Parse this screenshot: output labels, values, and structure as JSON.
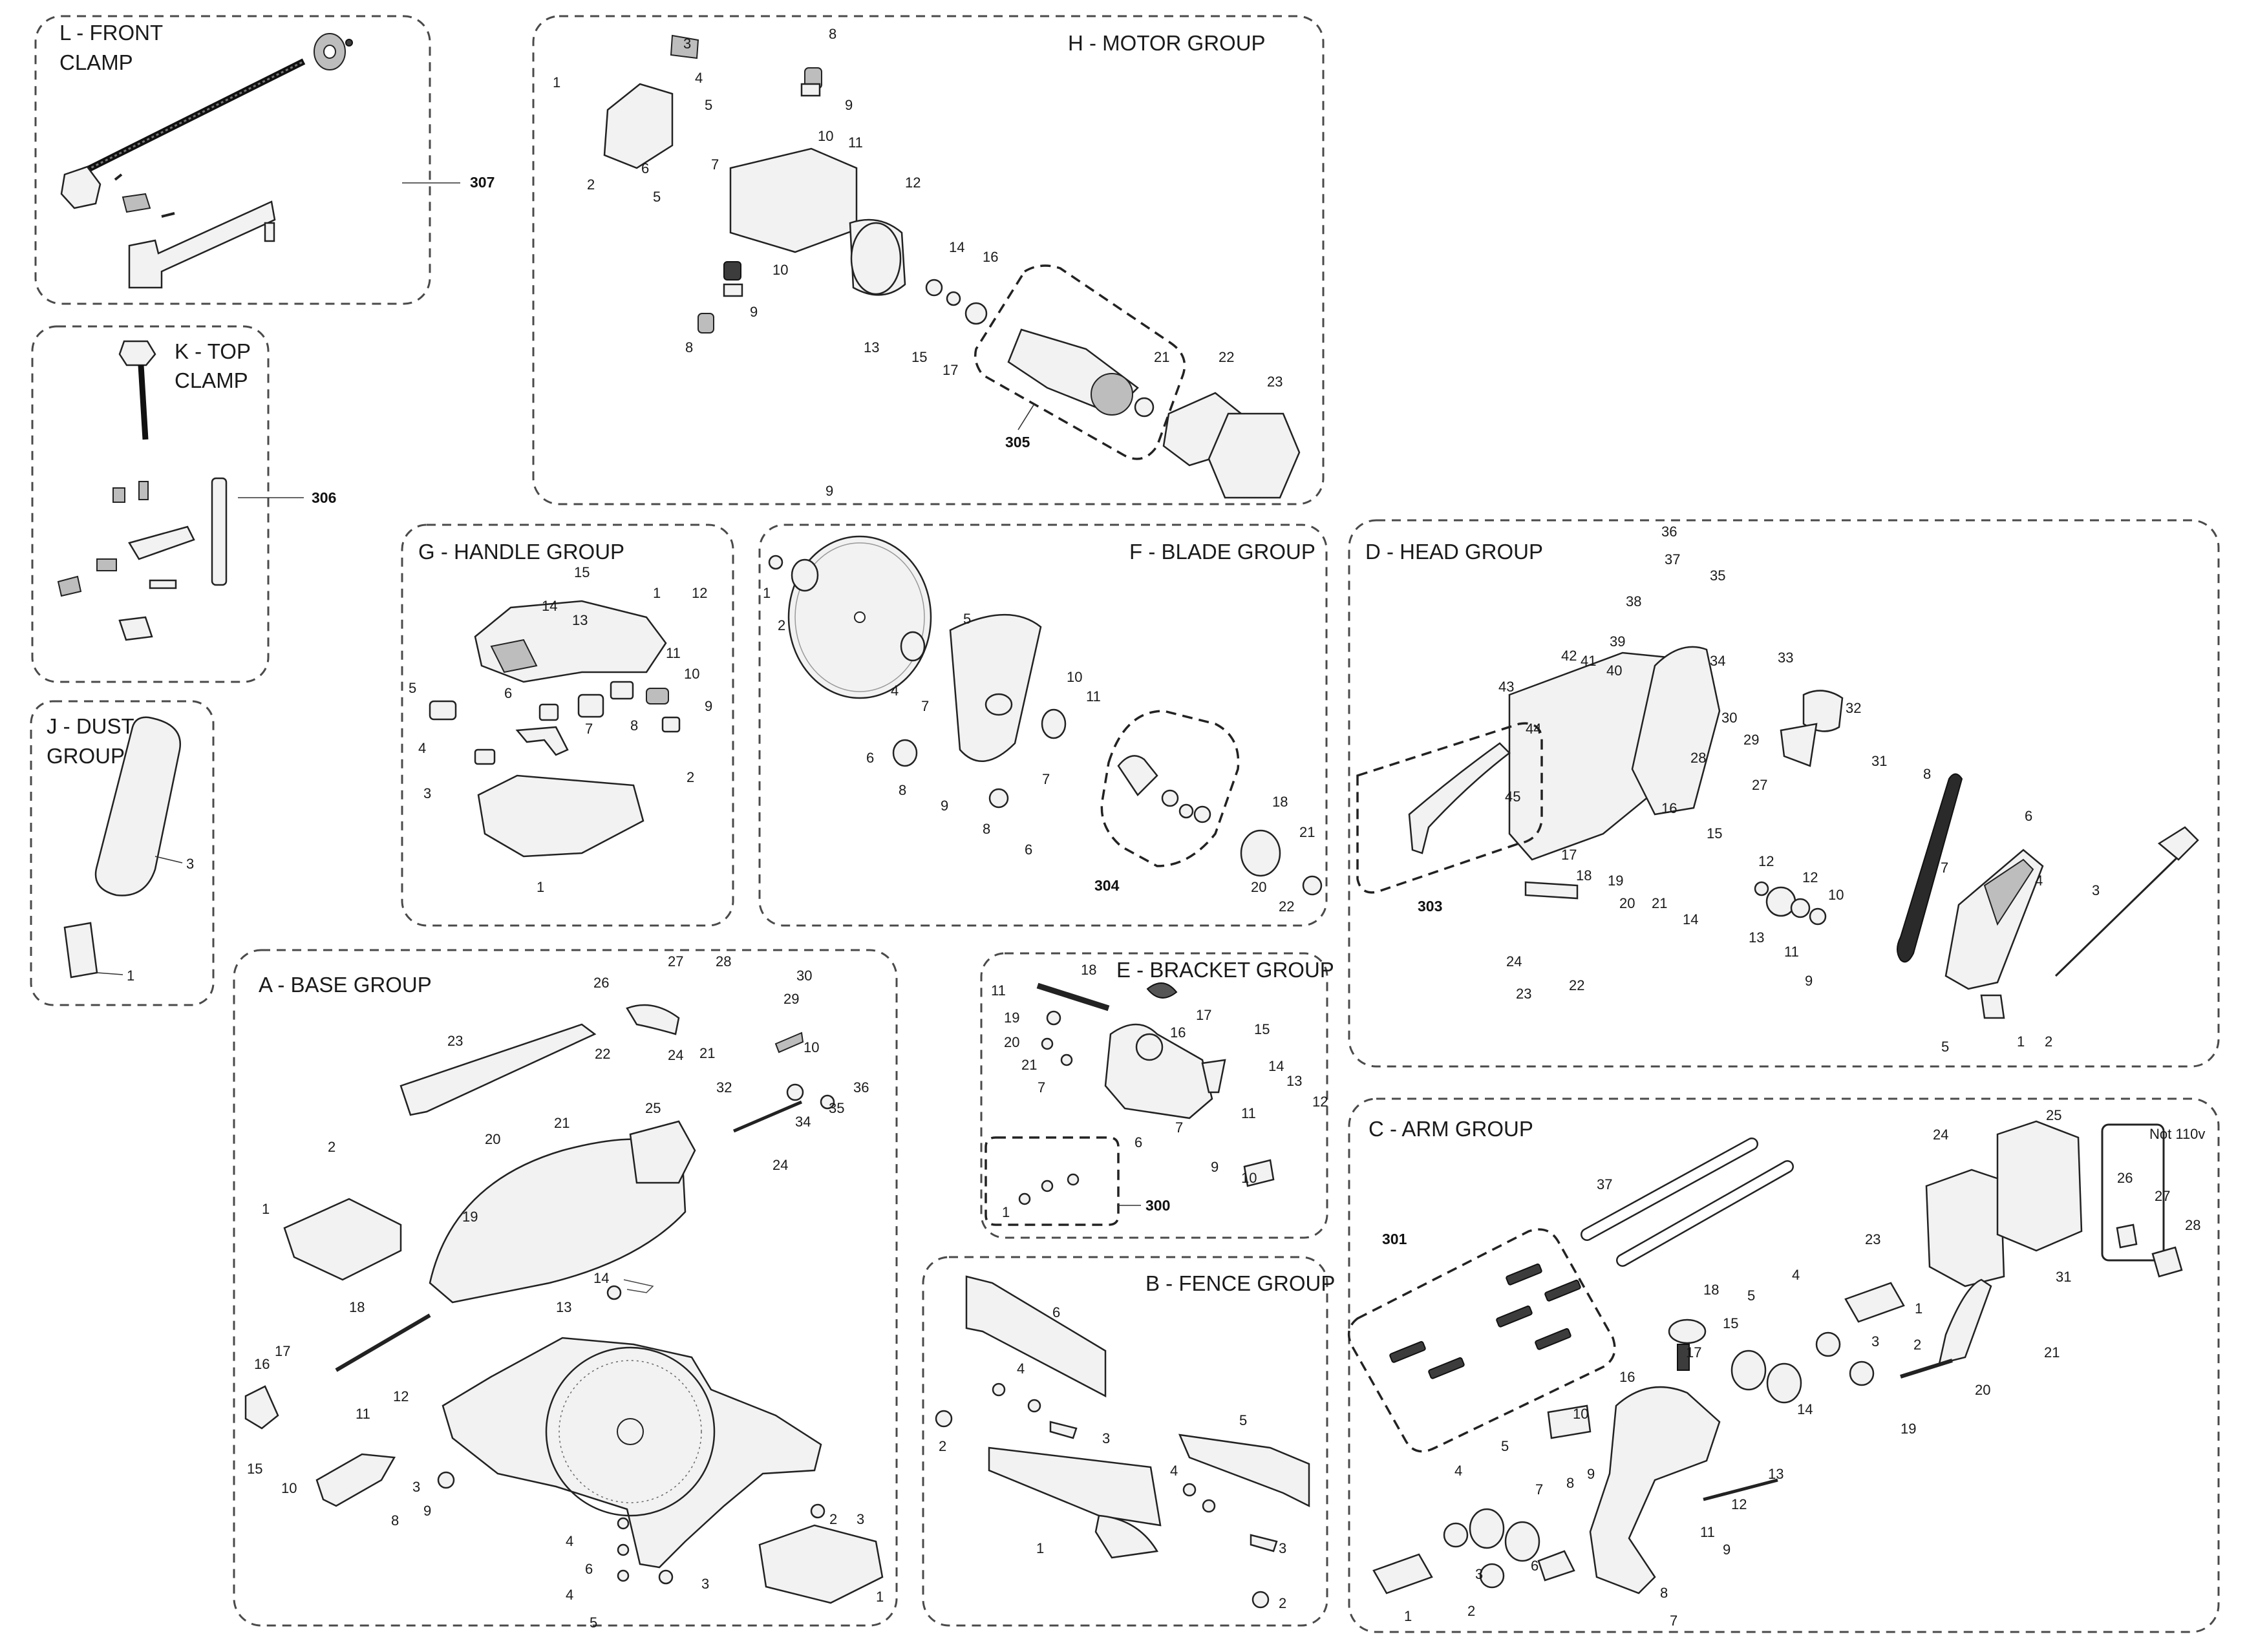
{
  "groups": {
    "L": {
      "title_line1": "L - FRONT",
      "title_line2": "CLAMP",
      "callout": "307"
    },
    "K": {
      "title_line1": "K - TOP",
      "title_line2": "CLAMP",
      "callout": "306"
    },
    "J": {
      "title_line1": "J - DUST",
      "title_line2": "GROUP",
      "labels": [
        "3",
        "1"
      ]
    },
    "H": {
      "title": "H - MOTOR GROUP",
      "callout": "305",
      "footer": "9",
      "labels": [
        "1",
        "2",
        "3",
        "4",
        "5",
        "5",
        "6",
        "7",
        "8",
        "9",
        "10",
        "11",
        "12",
        "10",
        "9",
        "8",
        "13",
        "14",
        "15",
        "16",
        "17",
        "21",
        "22",
        "23"
      ]
    },
    "G": {
      "title": "G - HANDLE GROUP",
      "labels": [
        "15",
        "1",
        "12",
        "14",
        "13",
        "5",
        "6",
        "11",
        "10",
        "4",
        "7",
        "8",
        "9",
        "3",
        "2",
        "1"
      ]
    },
    "F": {
      "title": "F - BLADE GROUP",
      "callout": "304",
      "labels": [
        "1",
        "2",
        "5",
        "4",
        "7",
        "6",
        "8",
        "9",
        "10",
        "11",
        "7",
        "8",
        "6",
        "18",
        "21",
        "20",
        "22"
      ]
    },
    "D": {
      "title": "D - HEAD GROUP",
      "callout": "303",
      "labels": [
        "36",
        "37",
        "35",
        "38",
        "39",
        "42",
        "41",
        "40",
        "34",
        "33",
        "32",
        "43",
        "44",
        "45",
        "30",
        "29",
        "28",
        "27",
        "31",
        "8",
        "6",
        "16",
        "15",
        "17",
        "18",
        "19",
        "20",
        "21",
        "14",
        "12",
        "12",
        "10",
        "13",
        "11",
        "9",
        "7",
        "4",
        "3",
        "2",
        "1",
        "5",
        "24",
        "23",
        "22"
      ]
    },
    "A": {
      "title": "A - BASE GROUP",
      "labels": [
        "26",
        "27",
        "28",
        "29",
        "30",
        "23",
        "22",
        "24",
        "21",
        "10",
        "25",
        "32",
        "34",
        "35",
        "36",
        "2",
        "21",
        "20",
        "24",
        "1",
        "19",
        "14",
        "18",
        "13",
        "17",
        "16",
        "12",
        "11",
        "15",
        "10",
        "3",
        "9",
        "8",
        "4",
        "6",
        "4",
        "5",
        "2",
        "3",
        "3",
        "1"
      ]
    },
    "E": {
      "title": "E - BRACKET GROUP",
      "callout": "300",
      "labels": [
        "11",
        "18",
        "17",
        "19",
        "20",
        "16",
        "15",
        "21",
        "7",
        "14",
        "13",
        "12",
        "11",
        "7",
        "6",
        "9",
        "10",
        "1"
      ]
    },
    "B": {
      "title": "B - FENCE GROUP",
      "labels": [
        "6",
        "4",
        "2",
        "3",
        "5",
        "4",
        "1",
        "3",
        "2"
      ]
    },
    "C": {
      "title": "C - ARM GROUP",
      "callout": "301",
      "note": "Not 110v",
      "labels": [
        "37",
        "24",
        "25",
        "26",
        "27",
        "28",
        "23",
        "1",
        "31",
        "21",
        "18",
        "5",
        "4",
        "3",
        "2",
        "20",
        "17",
        "15",
        "19",
        "16",
        "14",
        "10",
        "13",
        "12",
        "4",
        "5",
        "7",
        "8",
        "9",
        "11",
        "9",
        "6",
        "3",
        "2",
        "1",
        "8",
        "7"
      ]
    }
  }
}
